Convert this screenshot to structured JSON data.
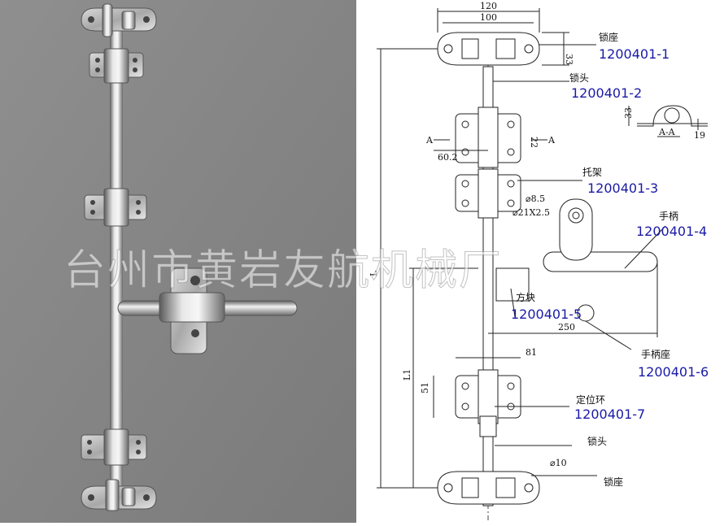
{
  "watermark": "台州市黄岩友航机械厂",
  "parts": [
    {
      "name_cn": "锁座",
      "code": "1200401-1"
    },
    {
      "name_cn": "锁头",
      "code": "1200401-2"
    },
    {
      "name_cn": "托架",
      "code": "1200401-3"
    },
    {
      "name_cn": "手柄",
      "code": "1200401-4"
    },
    {
      "name_cn": "方块",
      "code": "1200401-5"
    },
    {
      "name_cn": "手柄座",
      "code": "1200401-6"
    },
    {
      "name_cn": "定位环",
      "code": "1200401-7"
    },
    {
      "name_cn": "锁头",
      "code": ""
    },
    {
      "name_cn": "锁座",
      "code": ""
    }
  ],
  "dimensions": {
    "w120": "120",
    "w100": "100",
    "h33_top": "33",
    "d602": "60.2",
    "h22": "22",
    "d85": "⌀8.5",
    "tube": "⌀21X2.5",
    "len250": "250",
    "w81": "81",
    "h51": "51",
    "d10": "⌀10",
    "L": "L",
    "L1": "L1",
    "sec_h33": "33",
    "sec_19": "19",
    "sec_label": "A-A",
    "A_left": "A",
    "A_right": "A"
  }
}
